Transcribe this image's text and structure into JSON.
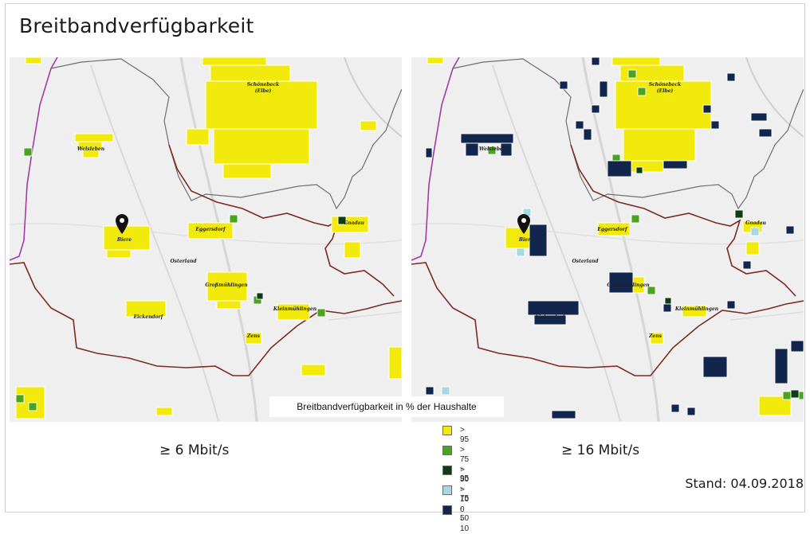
{
  "title": "Breitbandverfügbarkeit",
  "legend": {
    "title": "Breitbandverfügbarkeit in % der Haushalte",
    "items": [
      {
        "label": "> 95",
        "color": "#f2ea0c"
      },
      {
        "label": "> 75 - 95",
        "color": "#4aa41e"
      },
      {
        "label": "> 50 - 75",
        "color": "#0f3d13"
      },
      {
        "label": "> 10 - 50",
        "color": "#a9d7df"
      },
      {
        "label": "0 - 10",
        "color": "#12264d"
      }
    ]
  },
  "maps": {
    "left": {
      "speed_label": "≥ 6 Mbit/s"
    },
    "right": {
      "speed_label": "≥ 16 Mbit/s"
    }
  },
  "places": {
    "schoenebeck_1": "Schönebeck",
    "schoenebeck_2": "(Elbe)",
    "welsleben": "Welsleben",
    "biere": "Biere",
    "eggersdorf": "Eggersdorf",
    "gnadau": "Gnadau",
    "osterland": "Osterland",
    "grossmuehlingen": "Großmühlingen",
    "kleinmuehlingen": "Kleinmühlingen",
    "eickendorf": "Eickendorf",
    "zens": "Zens"
  },
  "stand": "Stand: 04.09.2018"
}
